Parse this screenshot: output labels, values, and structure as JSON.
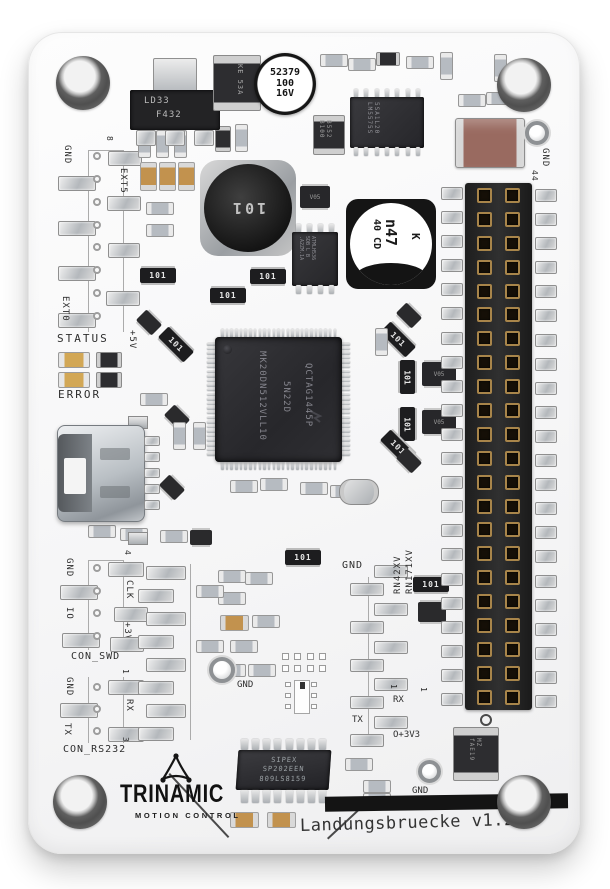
{
  "board": {
    "title": "Landungsbruecke v1.2",
    "brand": "TRINAMIC",
    "brand_sub": "MOTION CONTROL"
  },
  "colors": {
    "board": "#f6f6f7",
    "silkscreen": "#2e2e2e",
    "header_gold": "#a8854a",
    "tantalum": "#c2924e",
    "big_cap_brown": "#996a60"
  },
  "silkscreen": {
    "gnd1": "GND",
    "pin8": "8",
    "ext5": "EXT5",
    "ext0": "EXT0",
    "plus5v": "+5V",
    "status": "STATUS",
    "error": "ERROR",
    "swd_gnd": "GND",
    "swd_io": "IO",
    "swd_pin4": "4",
    "swd_clk": "CLK",
    "swd_v33": "+3V3",
    "swd_name": "CON_SWD",
    "rs_gnd": "GND",
    "rs_pin1": "1",
    "rs_rx": "RX",
    "rs_tx": "TX",
    "rs_pin3": "3",
    "rs_name": "CON_RS232",
    "mod_line1": "RN42XV",
    "mod_line2": "RN171XV",
    "mod_gnd": "GND",
    "mod_pin1": "1",
    "mod_rx": "RX",
    "mod_tx": "TX",
    "mod_v33": "O+3V3",
    "tp_gnd_top": "GND",
    "tp_gnd_mid": "GND",
    "tp_gnd_bot": "GND",
    "hdr_pin44": "44",
    "hdr_pin1": "1"
  },
  "components": {
    "regulator": {
      "line1": "LD33",
      "line2": "F432"
    },
    "diode_top": {
      "line1": "KE",
      "line2": "53A"
    },
    "cap_electrolytic_top": {
      "line1": "52379",
      "line2": "100",
      "line3": "16V"
    },
    "inductor": {
      "label": "101"
    },
    "smps": {
      "line1": "5SA1L20",
      "line2": "LM5575S"
    },
    "transistor": {
      "line1": "B552",
      "line2": "B100"
    },
    "eeprom": {
      "line1": "ATMLH536",
      "line2": "5DB L B",
      "line3": ".A2ZM.1A"
    },
    "cap_electrolytic_mid": {
      "line1": "n47",
      "line2": "40 CD",
      "mark": "K"
    },
    "mcu": {
      "line1": "MK20DN512VLL10",
      "line2": "5N22D",
      "line3": "QCTAG1445P"
    },
    "rs232_ic": {
      "line1": "SIPEX",
      "line2": "SP202EEN",
      "line3": "809LS8159"
    },
    "diode_bottom": {
      "line1": "MZ",
      "line2": "fAE19"
    },
    "resnet_label": "101",
    "v05_label": "V05"
  }
}
